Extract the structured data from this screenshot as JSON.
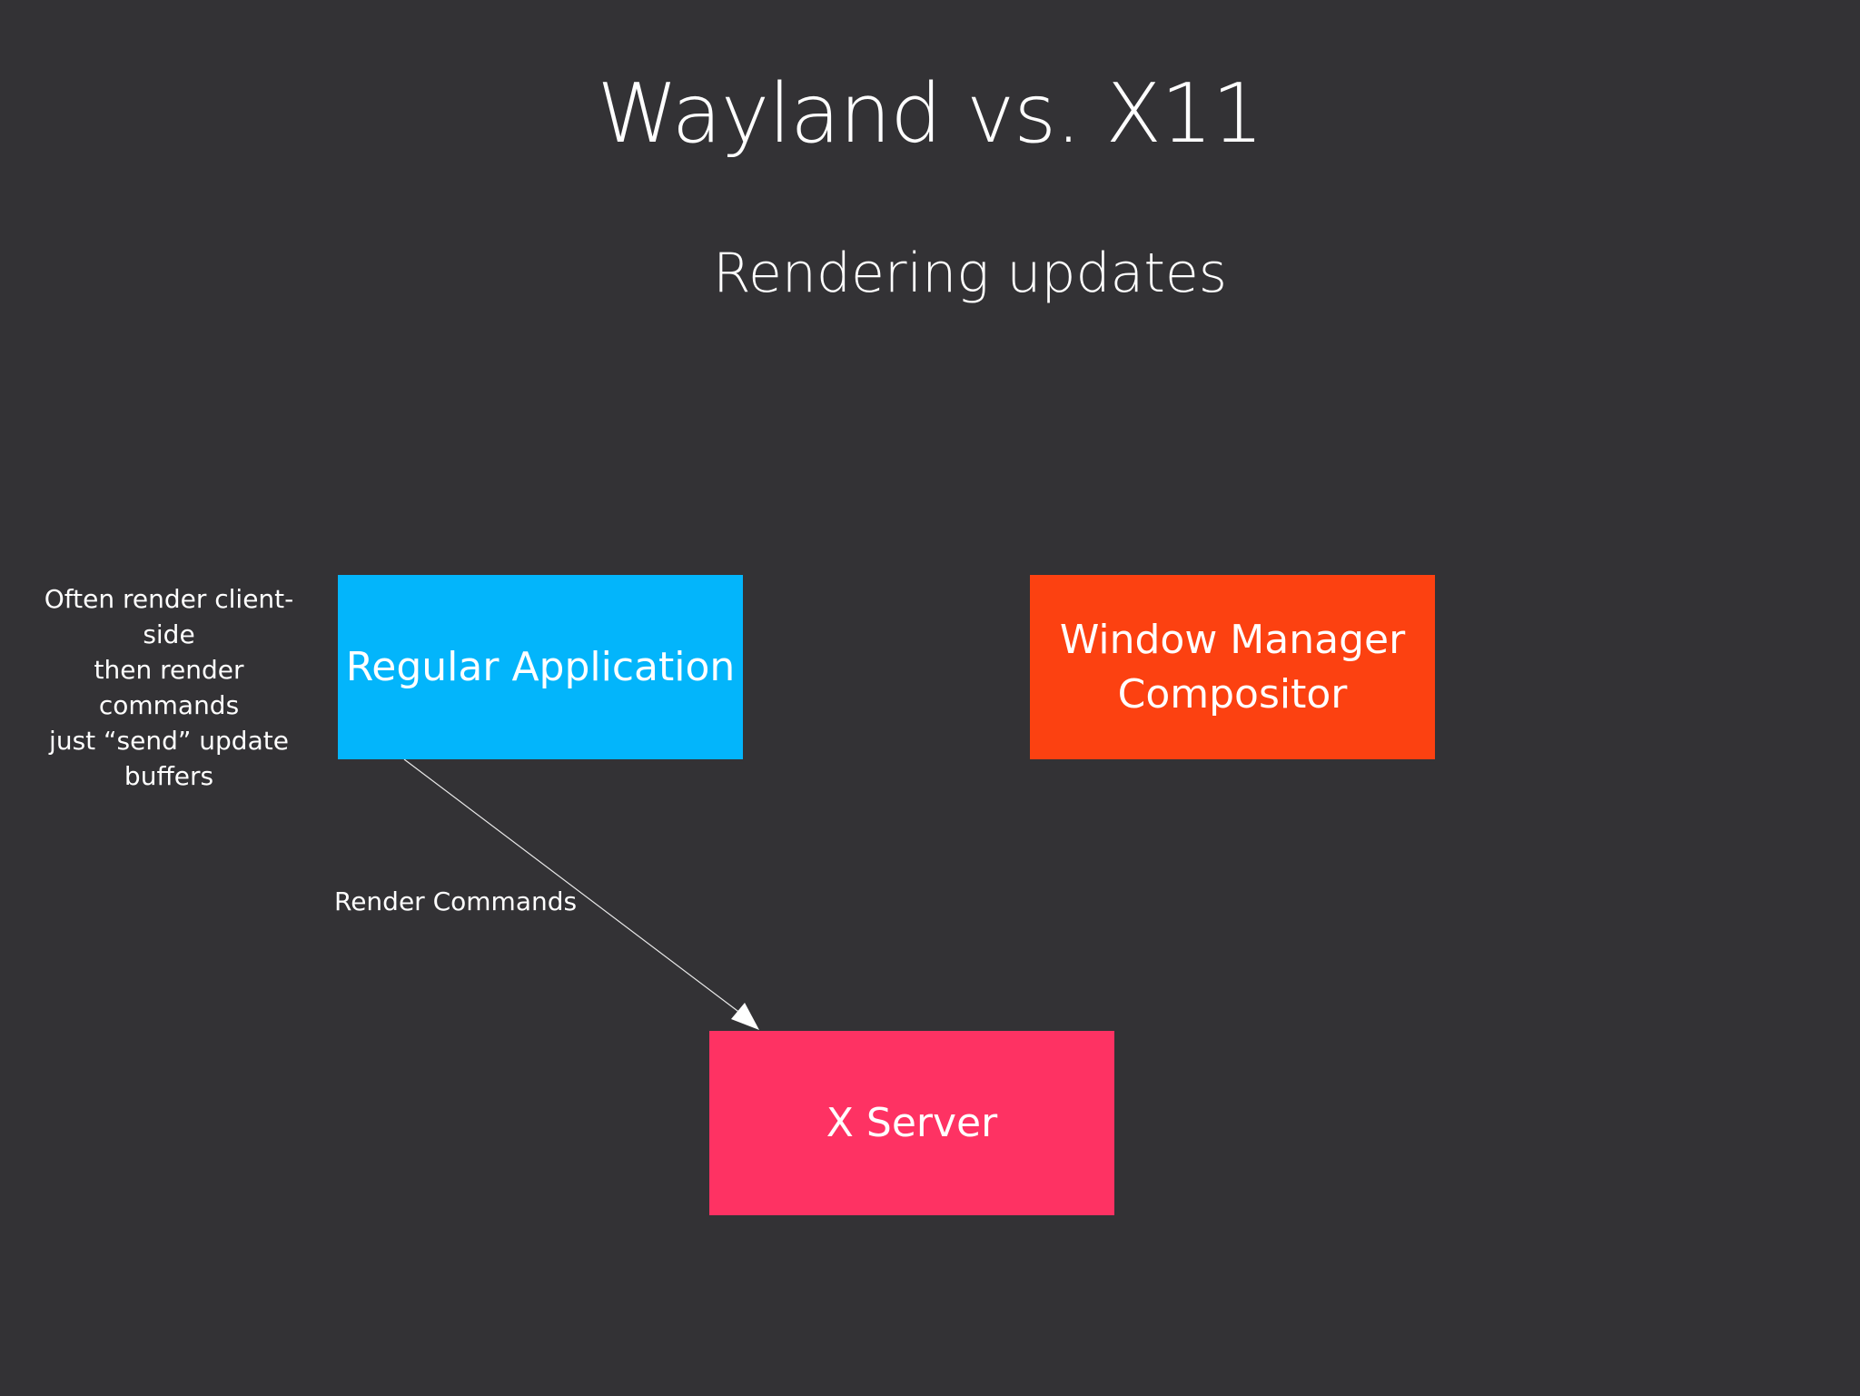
{
  "slide": {
    "title": "Wayland vs. X11",
    "subtitle": "Rendering updates"
  },
  "side_note": {
    "lines": [
      "Often render client- side",
      "then render commands",
      "just “send” update",
      "buffers"
    ]
  },
  "nodes": {
    "app": {
      "label": "Regular Application",
      "color": "#03b5fb"
    },
    "wm": {
      "lines": [
        "Window Manager",
        "Compositor"
      ],
      "color": "#fc4111"
    },
    "xserver": {
      "label": "X Server",
      "color": "#fe3263"
    }
  },
  "edges": [
    {
      "from": "app",
      "to": "xserver",
      "label": "Render Commands"
    }
  ]
}
